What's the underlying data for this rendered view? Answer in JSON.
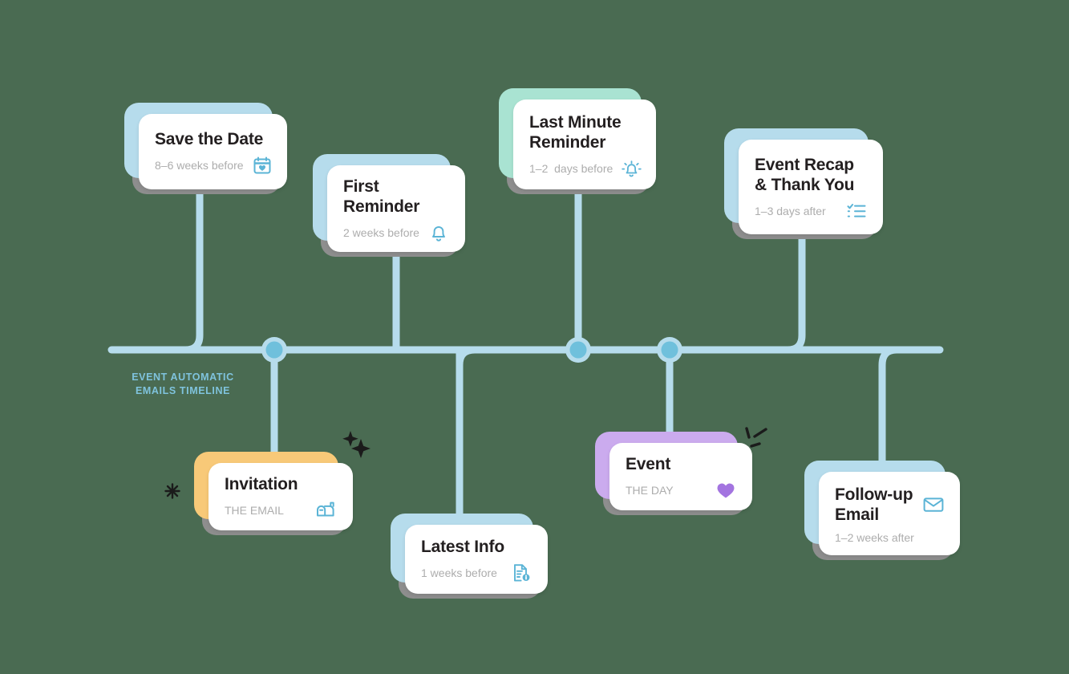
{
  "background_color": "#4a6b52",
  "timeline": {
    "caption_line1": "EVENT AUTOMATIC",
    "caption_line2": "EMAILS TIMELINE",
    "line_color": "#b6dcec",
    "node_fill": "#6fc0dc",
    "node_ring": "#b6dcec",
    "node_count": 3
  },
  "palette": {
    "accent_blue": "#b6dcec",
    "accent_mint": "#a9e3d2",
    "accent_amber": "#f8c978",
    "accent_purple": "#cbabee",
    "icon_blue": "#5bb4d6",
    "icon_purple": "#a374e0",
    "title_text": "#231f20",
    "sub_text": "#adadad",
    "shadow_gray": "#8e8e8e"
  },
  "cards": [
    {
      "id": "save-the-date",
      "title": "Save the Date",
      "subtitle": "8–6 weeks before",
      "icon": "calendar-heart-icon",
      "accent": "#b6dcec",
      "icon_color": "#5bb4d6",
      "position": "above"
    },
    {
      "id": "first-reminder",
      "title": "First\nReminder",
      "subtitle": "2 weeks before",
      "icon": "bell-icon",
      "accent": "#b6dcec",
      "icon_color": "#5bb4d6",
      "position": "above"
    },
    {
      "id": "last-minute-reminder",
      "title": "Last Minute\nReminder",
      "subtitle": "1–2  days before",
      "icon": "alarm-bell-icon",
      "accent": "#a9e3d2",
      "icon_color": "#5bb4d6",
      "position": "above"
    },
    {
      "id": "event-recap-thank-you",
      "title": "Event Recap\n& Thank You",
      "subtitle": "1–3 days after",
      "icon": "checklist-icon",
      "accent": "#b6dcec",
      "icon_color": "#5bb4d6",
      "position": "above"
    },
    {
      "id": "invitation",
      "title": "Invitation",
      "subtitle": "THE EMAIL",
      "icon": "mailbox-icon",
      "accent": "#f8c978",
      "icon_color": "#5bb4d6",
      "position": "below"
    },
    {
      "id": "latest-info",
      "title": "Latest Info",
      "subtitle": "1 weeks before",
      "icon": "document-info-icon",
      "accent": "#b6dcec",
      "icon_color": "#5bb4d6",
      "position": "below"
    },
    {
      "id": "event",
      "title": "Event",
      "subtitle": "THE DAY",
      "icon": "heart-icon",
      "accent": "#cbabee",
      "icon_color": "#a374e0",
      "position": "below"
    },
    {
      "id": "follow-up-email",
      "title": "Follow-up\nEmail",
      "subtitle": "1–2 weeks after",
      "icon": "envelope-icon",
      "accent": "#b6dcec",
      "icon_color": "#5bb4d6",
      "position": "below"
    }
  ],
  "decorations": [
    {
      "id": "sparkle-pair",
      "shape": "four-point-stars"
    },
    {
      "id": "burst-lines",
      "shape": "dashes"
    },
    {
      "id": "asterisk",
      "shape": "starburst"
    }
  ]
}
